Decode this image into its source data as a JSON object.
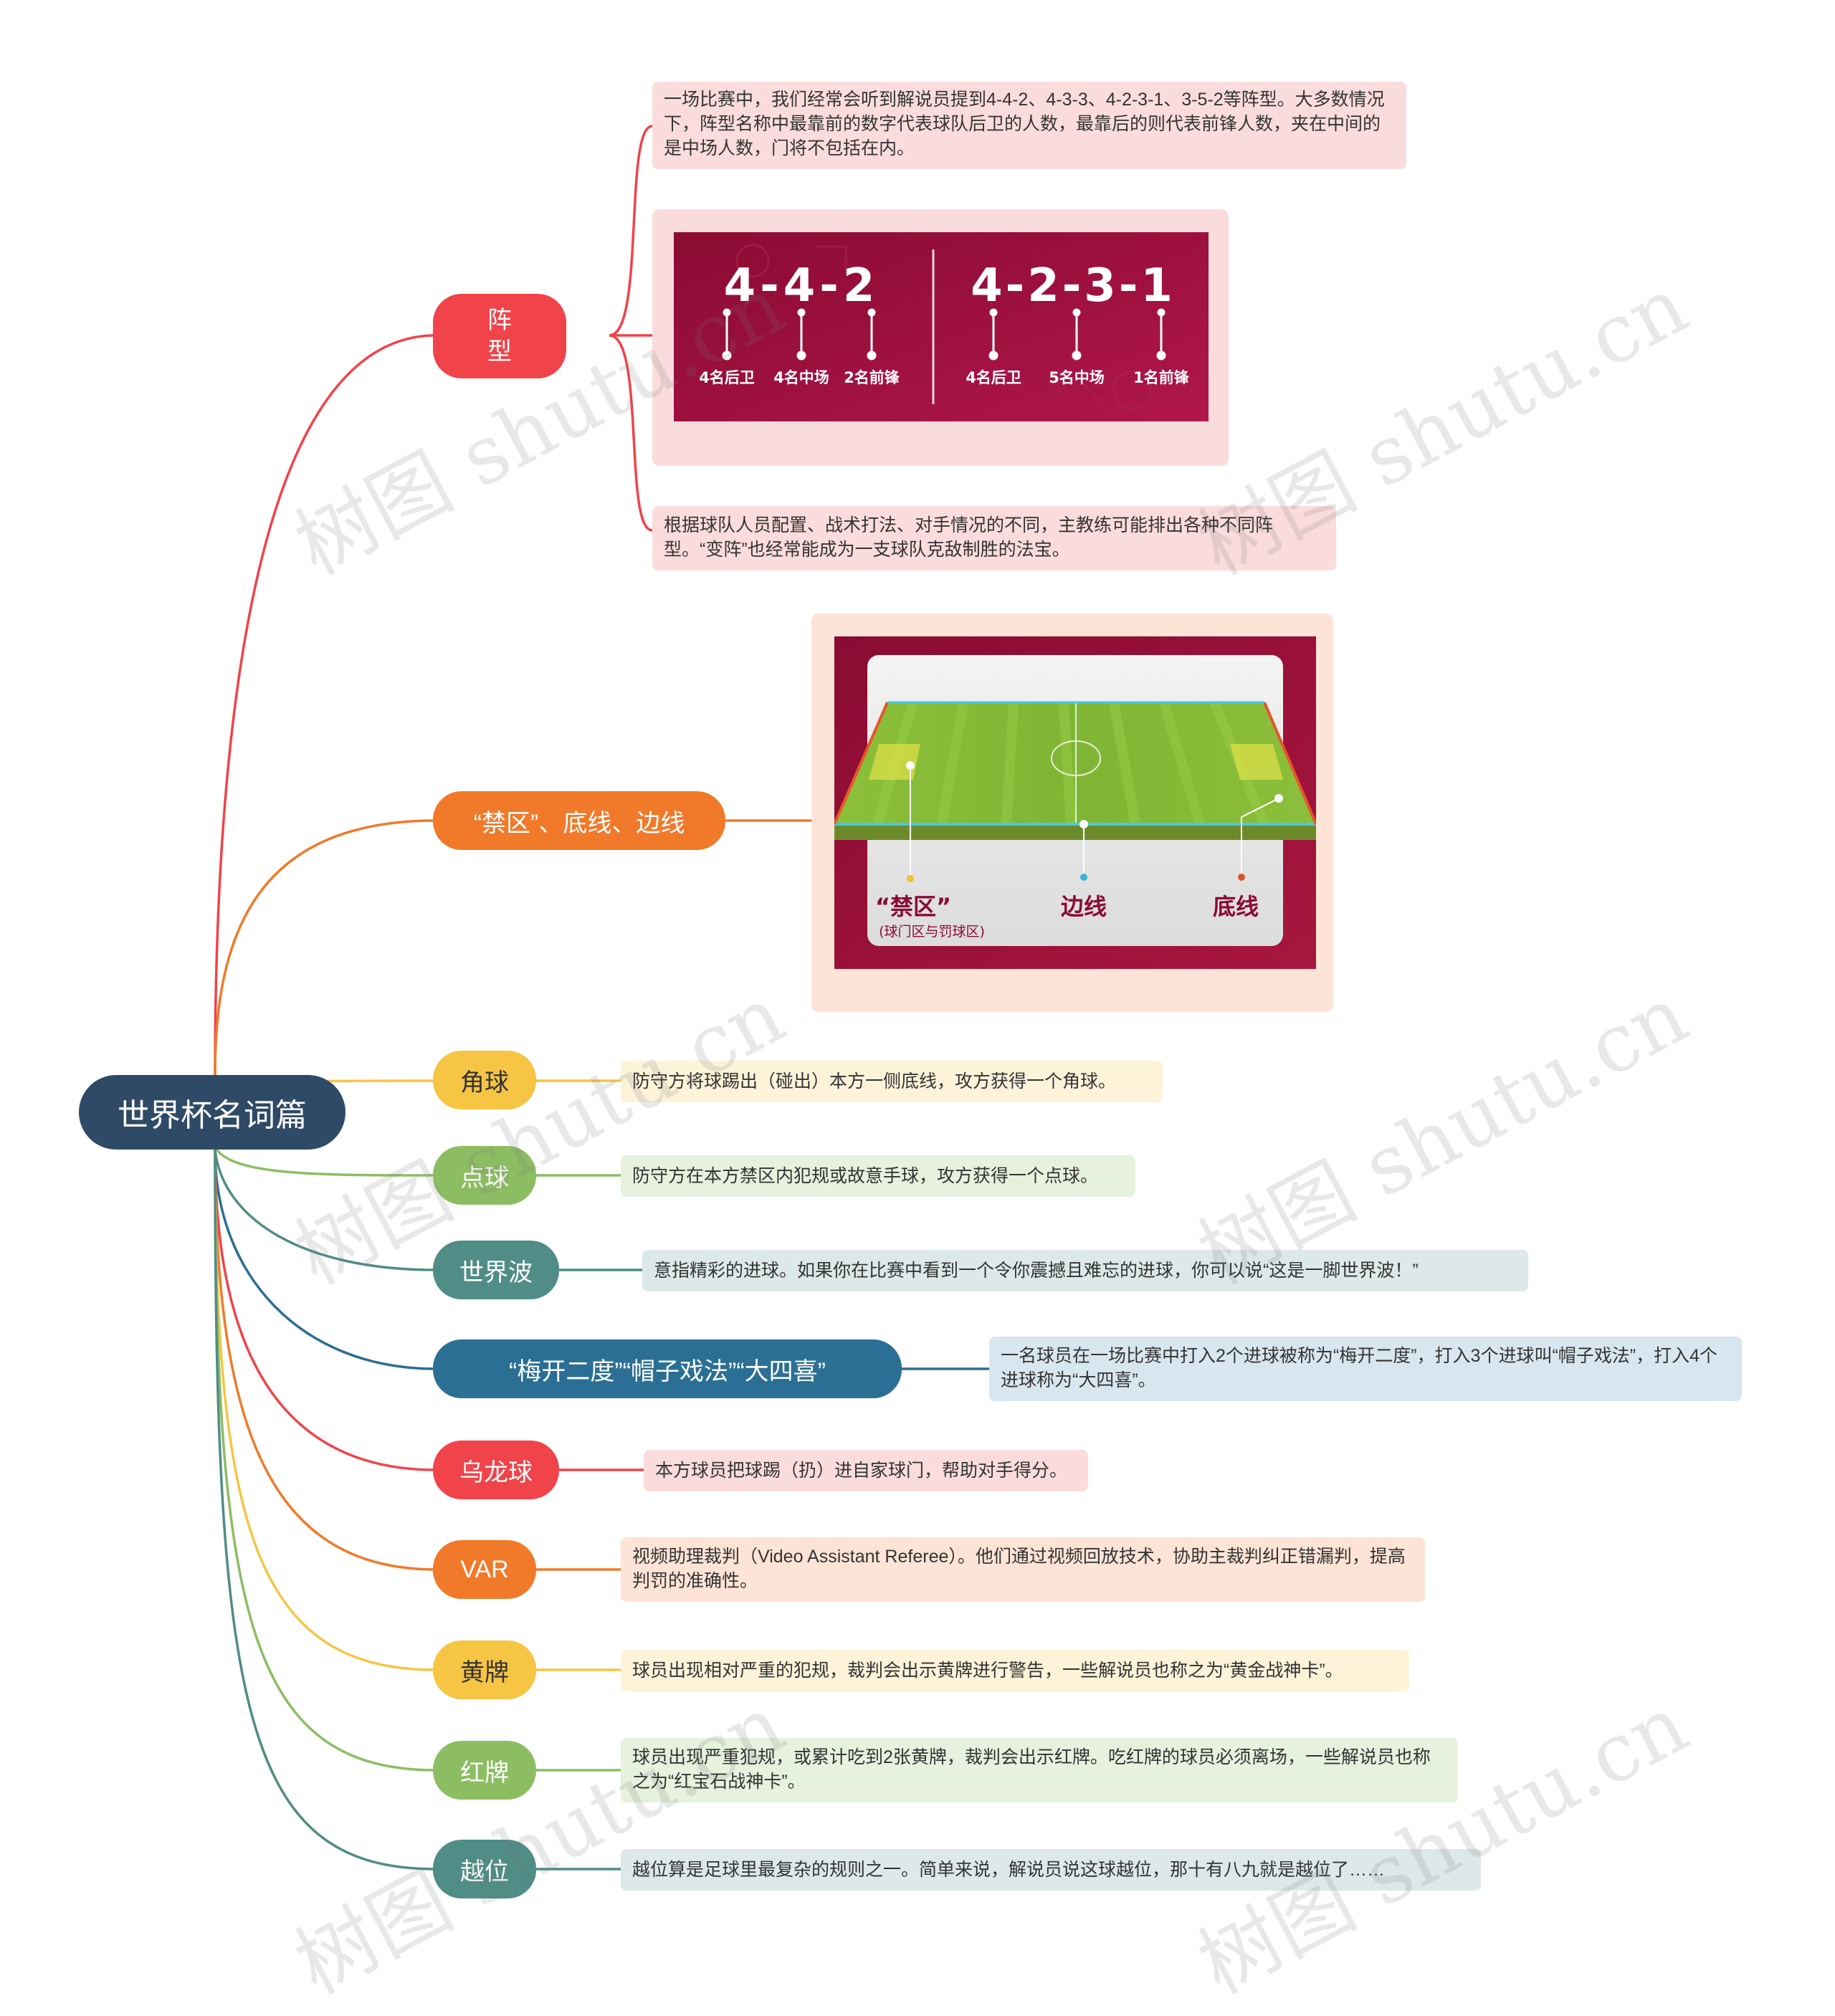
{
  "root": {
    "label": "世界杯名词篇"
  },
  "branches": [
    {
      "label": "阵型",
      "color": "#f0434a"
    },
    {
      "label": "“禁区”、底线、边线",
      "color": "#f07a2a"
    },
    {
      "label": "角球",
      "color": "#f7c544"
    },
    {
      "label": "点球",
      "color": "#8cbd63"
    },
    {
      "label": "世界波",
      "color": "#4f8d86"
    },
    {
      "label": "“梅开二度”“帽子戏法”“大四喜”",
      "color": "#2b6f94"
    },
    {
      "label": "乌龙球",
      "color": "#f0434a"
    },
    {
      "label": "VAR",
      "color": "#f07a2a"
    },
    {
      "label": "黄牌",
      "color": "#f7c544"
    },
    {
      "label": "红牌",
      "color": "#8cbd63"
    },
    {
      "label": "越位",
      "color": "#4f8d86"
    }
  ],
  "notes": {
    "formation_1": "一场比赛中，我们经常会听到解说员提到4-4-2、4-3-3、4-2-3-1、3-5-2等阵型。大多数情况下，阵型名称中最靠前的数字代表球队后卫的人数，最靠后的则代表前锋人数，夹在中间的是中场人数，门将不包括在内。",
    "formation_2": "根据球队人员配置、战术打法、对手情况的不同，主教练可能排出各种不同阵型。“变阵”也经常能成为一支球队克敌制胜的法宝。",
    "corner": "防守方将球踢出（碰出）本方一侧底线，攻方获得一个角球。",
    "penalty": "防守方在本方禁区内犯规或故意手球，攻方获得一个点球。",
    "world_wave": "意指精彩的进球。如果你在比赛中看到一个令你震撼且难忘的进球，你可以说“这是一脚世界波！”",
    "goals": "一名球员在一场比赛中打入2个进球被称为“梅开二度”，打入3个进球叫“帽子戏法”，打入4个进球称为“大四喜”。",
    "own_goal": "本方球员把球踢（扔）进自家球门，帮助对手得分。",
    "var": "视频助理裁判（Video Assistant Referee）。他们通过视频回放技术，协助主裁判纠正错漏判，提高判罚的准确性。",
    "yellow": "球员出现相对严重的犯规，裁判会出示黄牌进行警告，一些解说员也称之为“黄金战神卡”。",
    "red": "球员出现严重犯规，或累计吃到2张黄牌，裁判会出示红牌。吃红牌的球员必须离场，一些解说员也称之为“红宝石战神卡”。",
    "offside": "越位算是足球里最复杂的规则之一。简单来说，解说员说这球越位，那十有八九就是越位了……"
  },
  "formation_image": {
    "left": {
      "title": "4-4-2",
      "labels": [
        "4名后卫",
        "4名中场",
        "2名前锋"
      ]
    },
    "right": {
      "title": "4-2-3-1",
      "labels": [
        "4名后卫",
        "5名中场",
        "1名前锋"
      ]
    }
  },
  "pitch_image": {
    "labels": {
      "box": "“禁区”",
      "box_sub": "(球门区与罚球区)",
      "touchline": "边线",
      "goal_line": "底线"
    }
  },
  "watermark": "树图 shutu.cn",
  "colors": {
    "root": "#2f4a66",
    "formation_image_bg": "#9a0e3a",
    "note_red_bg": "#fbdcdc",
    "note_orange_bg": "#fde4d6",
    "note_yellow_bg": "#fdf3d9",
    "note_green_bg": "#e6f1de",
    "note_teal_bg": "#dce9e8",
    "note_blue_bg": "#d8e6ef"
  }
}
